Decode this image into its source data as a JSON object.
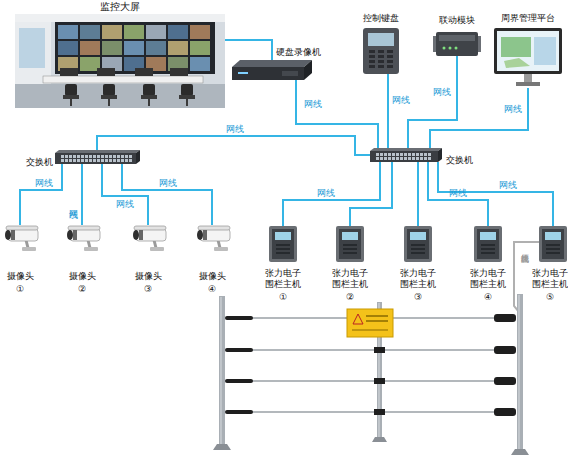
{
  "diagram": {
    "nodes": [
      {
        "text": [
          "监控大屏"
        ]
      },
      {
        "text": [
          "硬盘录像机"
        ]
      },
      {
        "text": [
          "控制键盘"
        ]
      },
      {
        "text": [
          "联动模块"
        ]
      },
      {
        "text": [
          "周界管理平台"
        ]
      },
      {
        "text": [
          "交换机"
        ]
      },
      {
        "text": [
          "交换机"
        ]
      },
      {
        "text": [
          "摄像头",
          "①"
        ]
      },
      {
        "text": [
          "摄像头",
          "②"
        ]
      },
      {
        "text": [
          "摄像头",
          "③"
        ]
      },
      {
        "text": [
          "摄像头",
          "④"
        ]
      },
      {
        "text": [
          "张力电子 围栏主机",
          "①"
        ]
      },
      {
        "text": [
          "张力电子 围栏主机",
          "②"
        ]
      },
      {
        "text": [
          "张力电子 围栏主机",
          "③"
        ]
      },
      {
        "text": [
          "张力电子 围栏主机",
          "④"
        ]
      },
      {
        "text": [
          "张力电子 围栏主机",
          "⑤"
        ]
      }
    ],
    "edges": [
      {
        "from": 0,
        "to": 1,
        "arrow": "none"
      },
      {
        "from": 1,
        "to": 6,
        "label": "网线",
        "arrow": "none"
      },
      {
        "from": 2,
        "to": 6,
        "label": "网线",
        "arrow": "none"
      },
      {
        "from": 3,
        "to": 6,
        "label": "网线",
        "arrow": "none"
      },
      {
        "from": 4,
        "to": 6,
        "label": "网线",
        "arrow": "none"
      },
      {
        "from": 5,
        "to": 6,
        "label": "网线",
        "arrow": "none"
      },
      {
        "from": 5,
        "to": 7,
        "label": "网线",
        "arrow": "none"
      },
      {
        "from": 5,
        "to": 8,
        "label": "网线",
        "arrow": "none"
      },
      {
        "from": 5,
        "to": 9,
        "label": "网线",
        "arrow": "none"
      },
      {
        "from": 5,
        "to": 10,
        "label": "网线",
        "arrow": "none"
      },
      {
        "from": 6,
        "to": 11,
        "label": "网线",
        "arrow": "none"
      },
      {
        "from": 6,
        "to": 12,
        "arrow": "none"
      },
      {
        "from": 6,
        "to": 13,
        "arrow": "none"
      },
      {
        "from": 6,
        "to": 14,
        "label": "网线",
        "arrow": "none"
      },
      {
        "from": 6,
        "to": 15,
        "label": "网线",
        "arrow": "none"
      }
    ],
    "labels": [
      "高压绝缘线"
    ]
  }
}
